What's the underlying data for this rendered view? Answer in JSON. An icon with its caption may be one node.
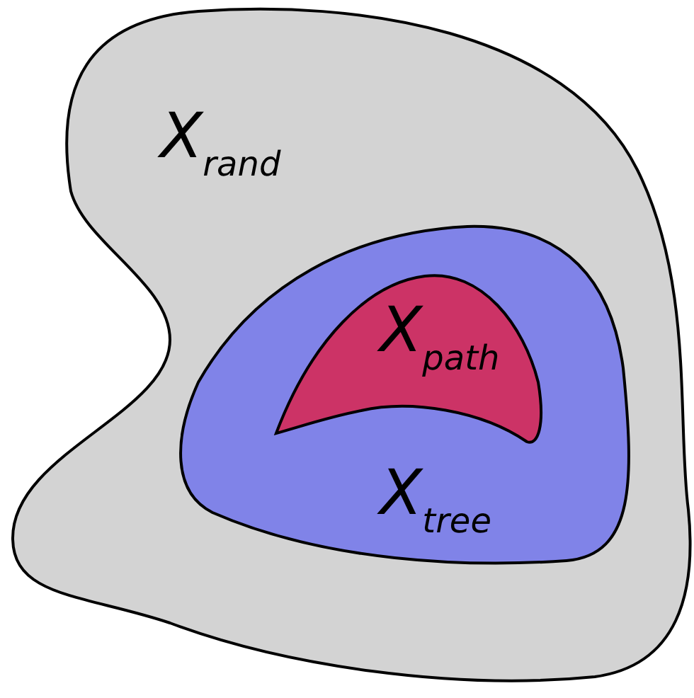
{
  "diagram": {
    "nodes": [
      {
        "text": [
          "X$_{rand}$"
        ]
      },
      {
        "text": [
          "X$_{tree}$"
        ],
        "in": 0
      },
      {
        "text": [
          "X$_{path}$"
        ],
        "in": 1
      }
    ]
  }
}
